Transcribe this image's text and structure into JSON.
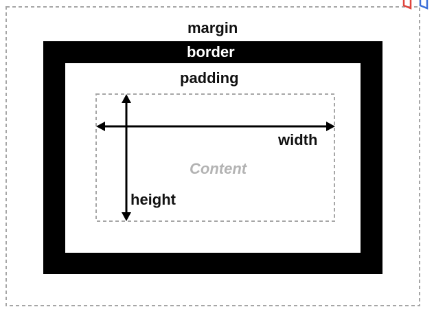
{
  "labels": {
    "margin": "margin",
    "border": "border",
    "padding": "padding",
    "content": "Content",
    "width": "width",
    "height": "height"
  },
  "colors": {
    "border_fill": "#000000",
    "dashed_outline": "#a6a6a6",
    "content_text": "#b3b3b3",
    "label_text": "#111111",
    "corner_icon_red": "#e0443c",
    "corner_icon_blue": "#3b6fd8"
  },
  "icons": {
    "corner": "box-model-icon"
  }
}
